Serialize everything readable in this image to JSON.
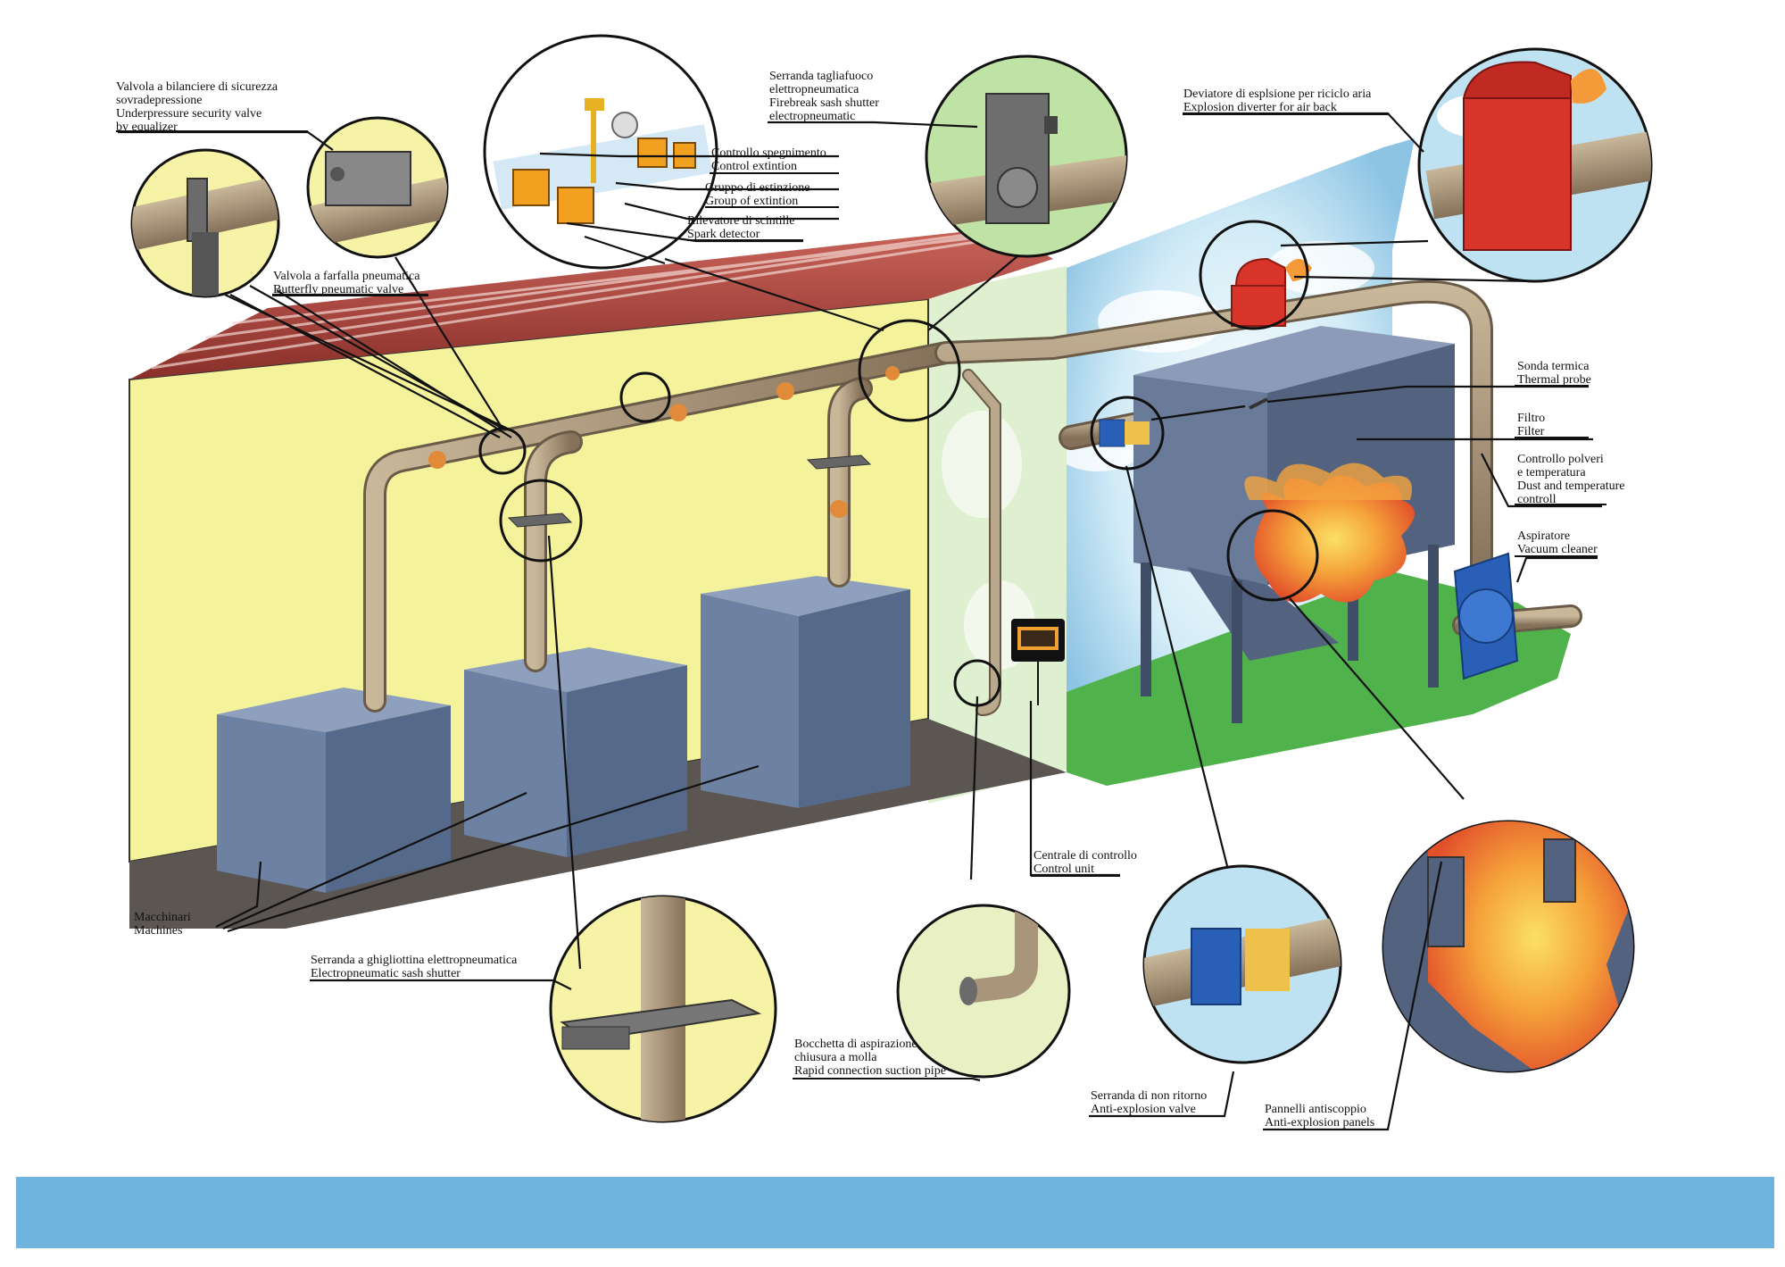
{
  "colors": {
    "background": "#ffffff",
    "wall": "#f4f29a",
    "floor": "#5b5652",
    "grass": "#4fb24a",
    "sky": "#bfe2f2",
    "duct": "#a8957a",
    "machine": "#6d82a3",
    "filter": "#5e6f8e",
    "fire": "#f07a2a",
    "diverter_red": "#d8342a",
    "vacuum_blue": "#2a5fb8",
    "footer_bar": "#6fb4de",
    "callout_line": "#111111"
  },
  "labels": {
    "underpressure_valve": [
      "Valvola a bilanciere di sicurezza",
      "sovradepressione",
      "Underpressure security valve",
      "by equalizer"
    ],
    "butterfly_valve": [
      "Valvola a farfalla pneumatica",
      "Butterfly pneumatic valve"
    ],
    "firebreak_shutter": [
      "Serranda tagliafuoco",
      "elettropneumatica",
      "Firebreak sash shutter",
      "electropneumatic"
    ],
    "control_extinction": [
      "Controllo spegnimento",
      "Control extintion"
    ],
    "group_extinction": [
      "Gruppo di estinzione",
      "Group of extintion"
    ],
    "spark_detector": [
      "Rilevatore di scintille",
      "Spark detector"
    ],
    "explosion_diverter": [
      "Deviatore di esplsione per riciclo aria",
      "Explosion diverter for air back"
    ],
    "thermal_probe": [
      "Sonda termica",
      "Thermal probe"
    ],
    "filter": [
      "Filtro",
      "Filter"
    ],
    "dust_temperature": [
      "Controllo polveri",
      "e temperatura",
      "Dust and  temperature",
      "controll"
    ],
    "vacuum_cleaner": [
      "Aspiratore",
      "Vacuum cleaner"
    ],
    "machines": [
      "Macchinari",
      "Machines"
    ],
    "sash_shutter": [
      "Serranda a ghigliottina elettropneumatica",
      "Electropneumatic sash shutter"
    ],
    "control_unit": [
      "Centrale di controllo",
      "Control unit"
    ],
    "suction_pipe": [
      "Bocchetta di aspirazione",
      "chiusura a molla",
      "Rapid connection suction pipe"
    ],
    "anti_explosion_valve": [
      "Serranda di non ritorno",
      "Anti-explosion valve"
    ],
    "anti_explosion_panels": [
      "Pannelli antiscoppio",
      "Anti-explosion panels"
    ]
  }
}
